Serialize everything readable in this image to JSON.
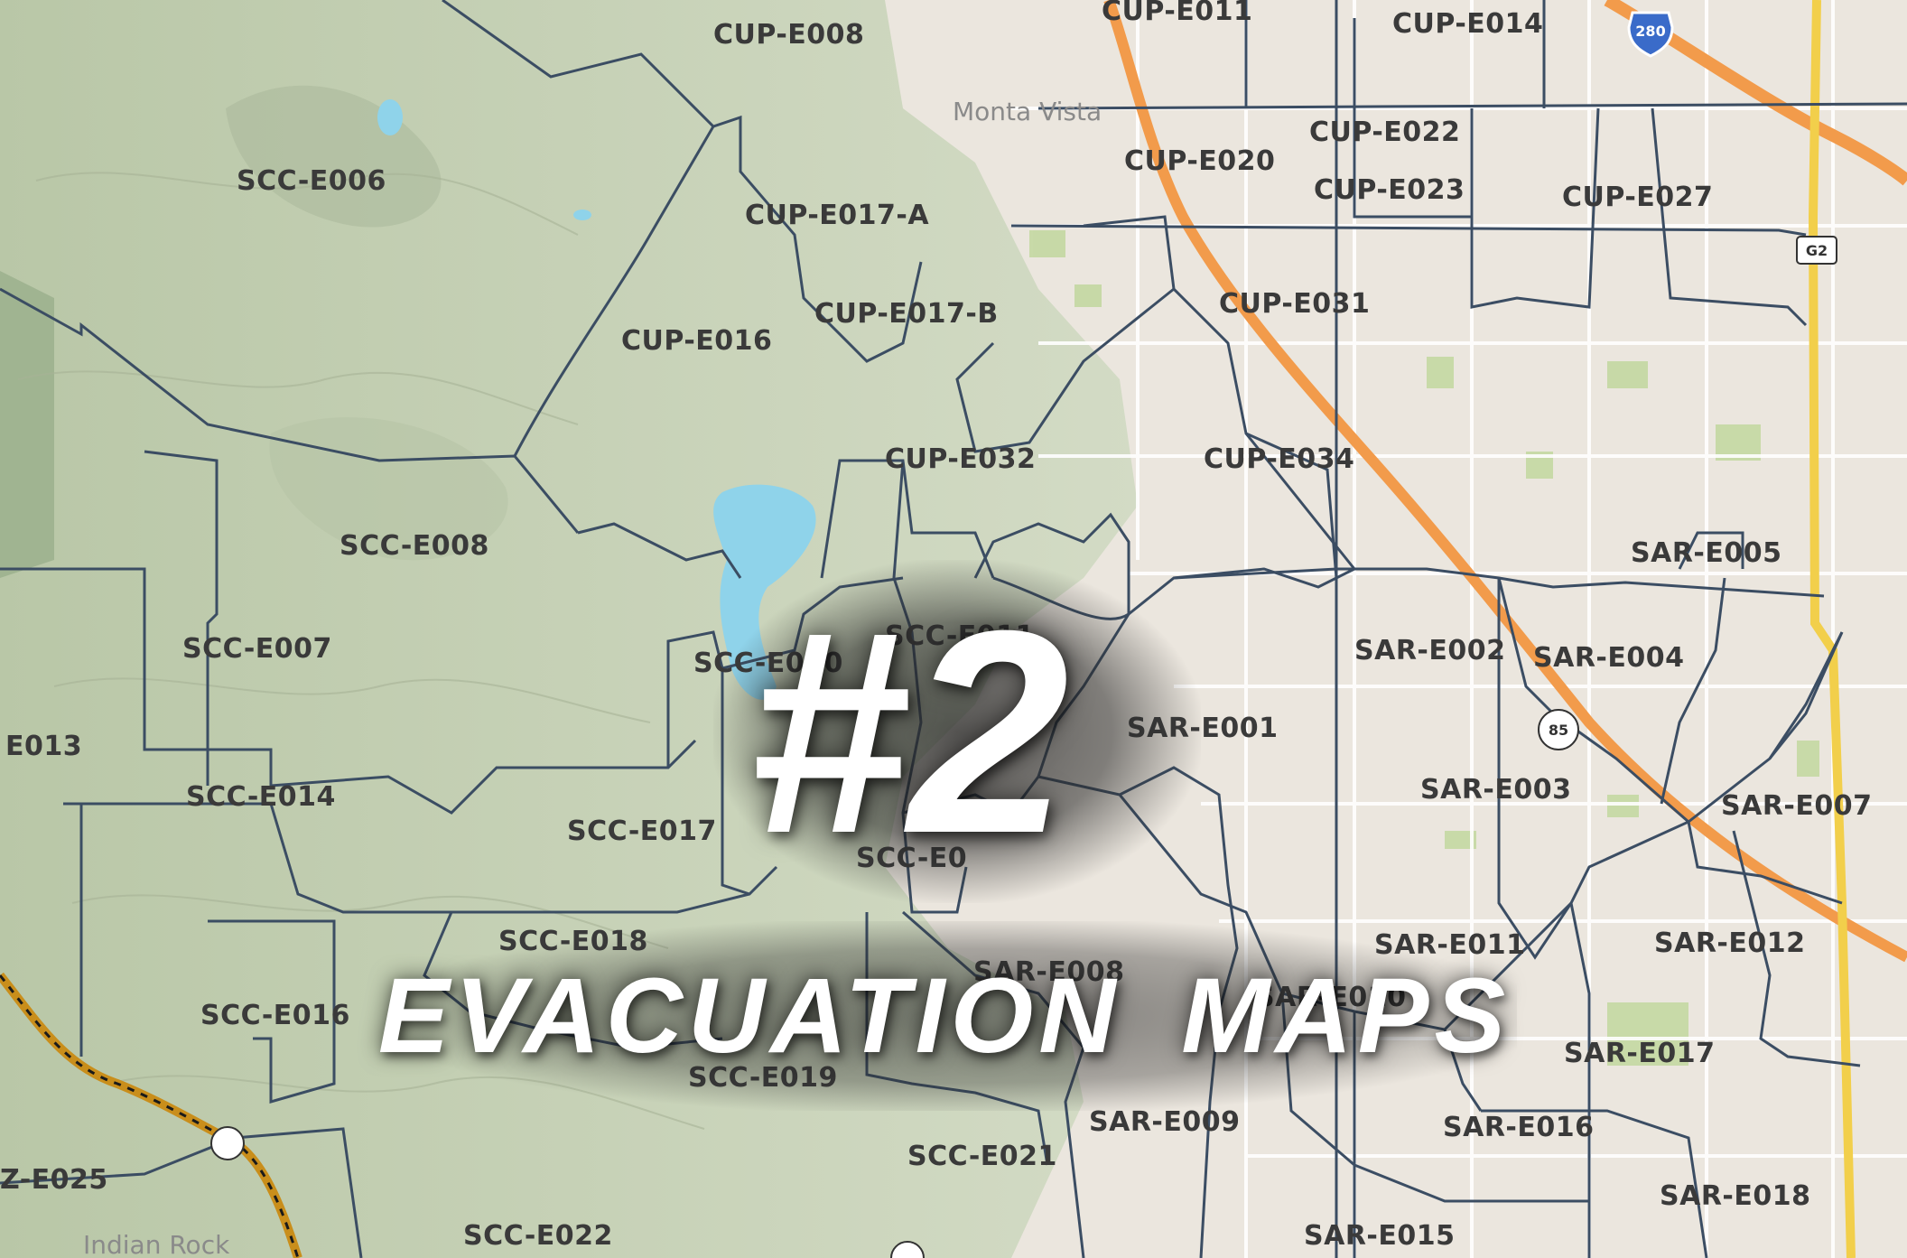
{
  "title": {
    "number": "#2",
    "subtitle": "EVACUATION MAPS"
  },
  "places": {
    "monta_vista": "Monta Vista",
    "indian_rock": "Indian Rock"
  },
  "shields": {
    "i280": "280",
    "g2": "G2",
    "r85": "85"
  },
  "zones": [
    "CUP-E008",
    "CUP-E011",
    "CUP-E014",
    "CUP-E022",
    "CUP-E020",
    "CUP-E023",
    "CUP-E027",
    "CUP-E017-A",
    "CUP-E017-B",
    "CUP-E016",
    "CUP-E031",
    "CUP-E032",
    "CUP-E034",
    "SCC-E006",
    "SCC-E008",
    "SCC-E007",
    "E013",
    "SCC-E014",
    "SCC-E010",
    "SCC-E011",
    "SCC-E017",
    "SCC-E018",
    "SCC-E016",
    "SCC-E019",
    "SCC-E021",
    "SCC-E022",
    "SCC-E0",
    "Z-E025",
    "SAR-E005",
    "SAR-E002",
    "SAR-E004",
    "SAR-E001",
    "SAR-E003",
    "SAR-E007",
    "SAR-E011",
    "SAR-E012",
    "SAR-E008",
    "SAR-E017",
    "SAR-E009",
    "SAR-E016",
    "SAR-E018",
    "SAR-E015",
    "SAR-E010"
  ],
  "colors": {
    "hills": "#c9d3b8",
    "urban": "#ece7df",
    "water": "#8fd3ea",
    "freeway": "#f29b4b",
    "expressway": "#f2cf4b",
    "boundary": "#3b4d63"
  }
}
